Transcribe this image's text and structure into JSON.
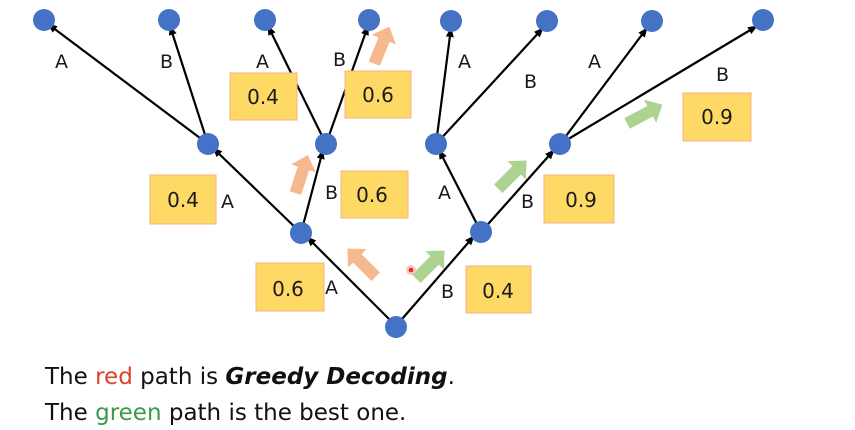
{
  "colors": {
    "node": "#4472c4",
    "edge": "#000000",
    "prob_box": "#ffd966",
    "prob_box_border": "#f4b183",
    "red_arrow": "#f4b183",
    "green_arrow": "#a9d18e",
    "red_text": "#d9432a",
    "green_text": "#3a9a4a"
  },
  "edge_labels": [
    "A",
    "B",
    "A",
    "B",
    "A",
    "B",
    "A",
    "B",
    "A",
    "B",
    "A",
    "B",
    "A",
    "B"
  ],
  "prob_boxes": [
    "0.4",
    "0.6",
    "0.9",
    "0.4",
    "0.6",
    "0.9",
    "0.6",
    "0.4"
  ],
  "captions": {
    "line1": {
      "pre": "The ",
      "red": "red",
      "mid": " path is ",
      "bold": "Greedy Decoding",
      "post": "."
    },
    "line2": {
      "pre": "The ",
      "green": "green",
      "post": " path is the best one."
    }
  },
  "cursor_icon": "record-cursor-icon"
}
